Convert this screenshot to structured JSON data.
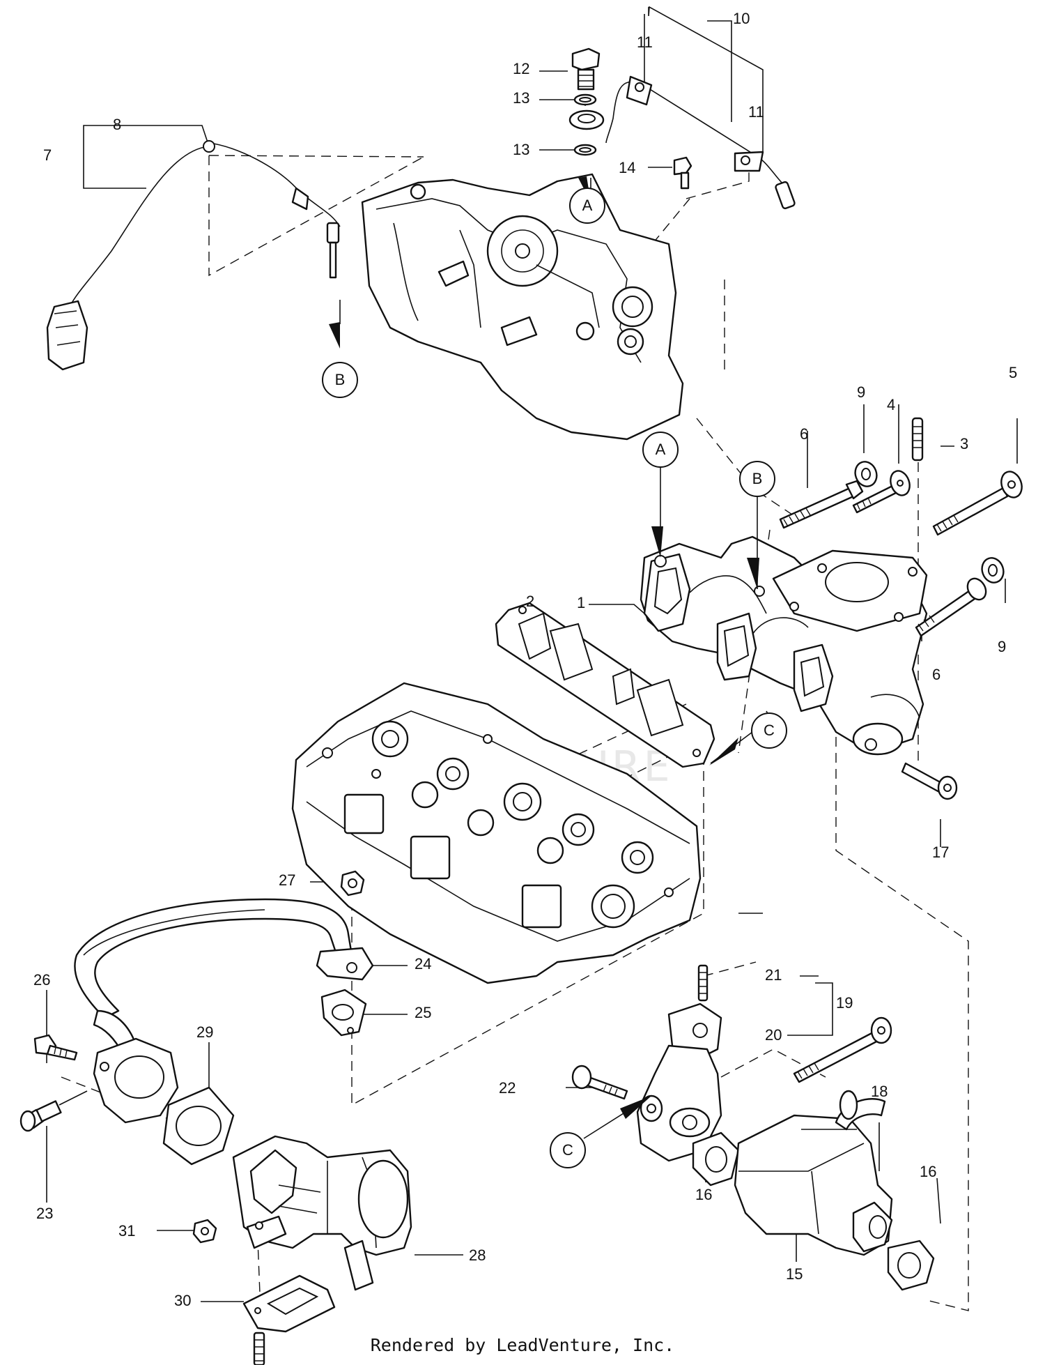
{
  "callouts": {
    "c1": "1",
    "c2": "2",
    "c3": "3",
    "c4": "4",
    "c5": "5",
    "c6a": "6",
    "c6b": "6",
    "c7": "7",
    "c8": "8",
    "c9a": "9",
    "c9b": "9",
    "c10": "10",
    "c11a": "11",
    "c11b": "11",
    "c12": "12",
    "c13a": "13",
    "c13b": "13",
    "c14": "14",
    "c15": "15",
    "c16a": "16",
    "c16b": "16",
    "c17": "17",
    "c18": "18",
    "c19": "19",
    "c20": "20",
    "c21": "21",
    "c22": "22",
    "c23": "23",
    "c24": "24",
    "c25": "25",
    "c26": "26",
    "c27": "27",
    "c28": "28",
    "c29": "29",
    "c30": "30",
    "c31": "31"
  },
  "refs": {
    "a_top": "A",
    "b_top": "B",
    "a_mid": "A",
    "b_mid": "B",
    "c_mid": "C",
    "c_low": "C"
  },
  "footer": {
    "text": "Rendered by LeadVenture, Inc."
  },
  "watermark": {
    "text": "LEADVENTURE"
  }
}
